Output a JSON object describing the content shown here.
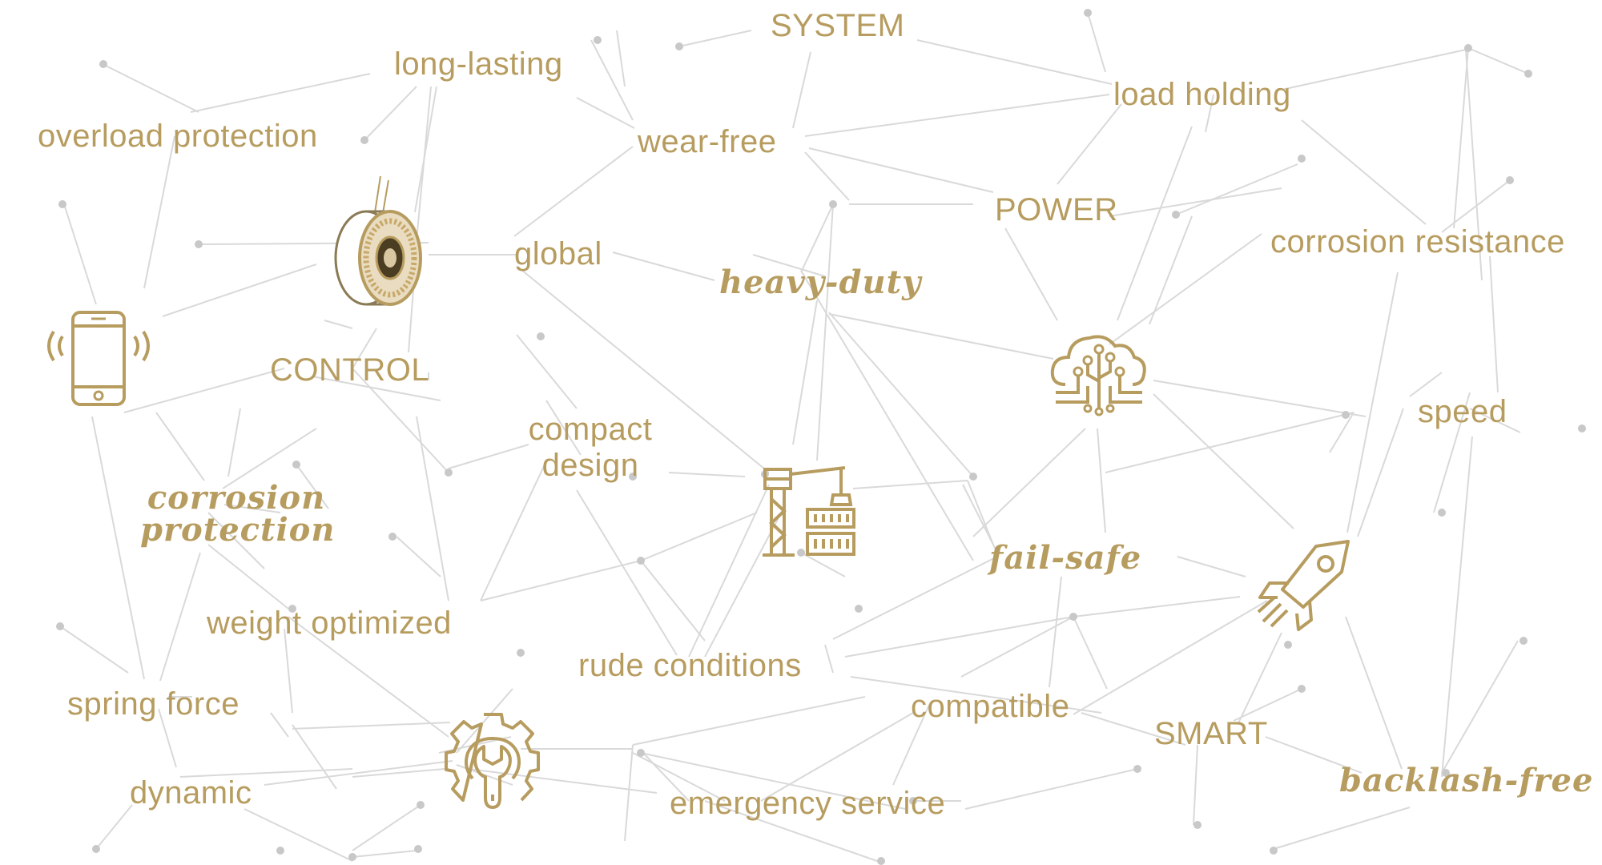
{
  "colors": {
    "accent": "#b79c5f",
    "line": "#d9d9d9",
    "dot": "#c8c8c8",
    "background": "#ffffff"
  },
  "keywords": {
    "system": "SYSTEM",
    "long_lasting": "long-lasting",
    "load_holding": "load holding",
    "overload_protection": "overload protection",
    "wear_free": "wear-free",
    "power": "POWER",
    "corrosion_resistance": "corrosion resistance",
    "global": "global",
    "heavy_duty": "heavy-duty",
    "control": "CONTROL",
    "compact_design": [
      "compact",
      "design"
    ],
    "speed": "speed",
    "corrosion_protection": [
      "corrosion",
      "protection"
    ],
    "fail_safe": "fail-safe",
    "weight_optimized": "weight optimized",
    "rude_conditions": "rude conditions",
    "spring_force": "spring force",
    "compatible": "compatible",
    "smart": "SMART",
    "dynamic": "dynamic",
    "emergency_service": "emergency service",
    "backlash_free": "backlash-free"
  },
  "icons": [
    "electromagnetic-brake-icon",
    "smartphone-icon",
    "cloud-circuit-icon",
    "crane-icon",
    "rocket-icon",
    "gear-wrench-icon"
  ]
}
